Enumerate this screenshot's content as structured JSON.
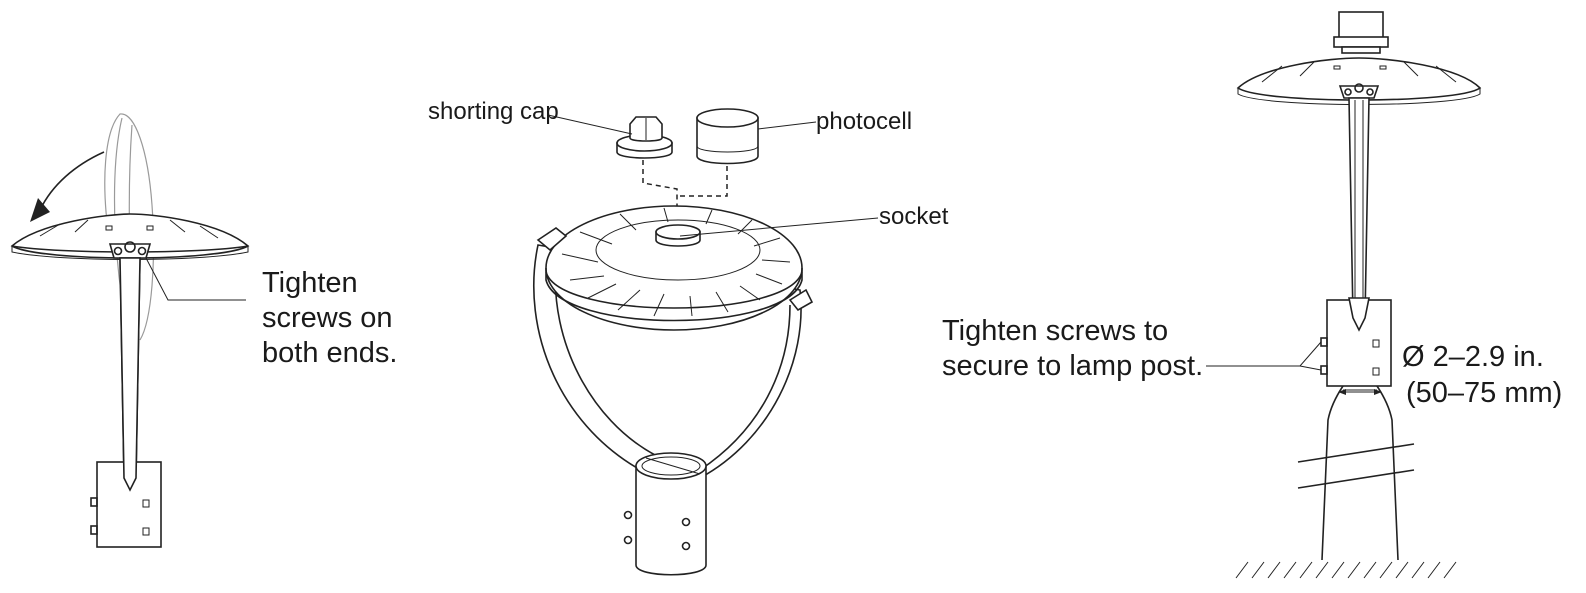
{
  "left_panel": {
    "tighten_lines": [
      "Tighten",
      "screws on",
      "both ends."
    ]
  },
  "center_panel": {
    "shorting_cap": "shorting cap",
    "photocell": "photocell",
    "socket": "socket"
  },
  "right_panel": {
    "tighten_lines": [
      "Tighten screws to",
      "secure to lamp post."
    ],
    "diameter_in": "Ø 2–2.9 in.",
    "diameter_mm": "(50–75 mm)"
  }
}
